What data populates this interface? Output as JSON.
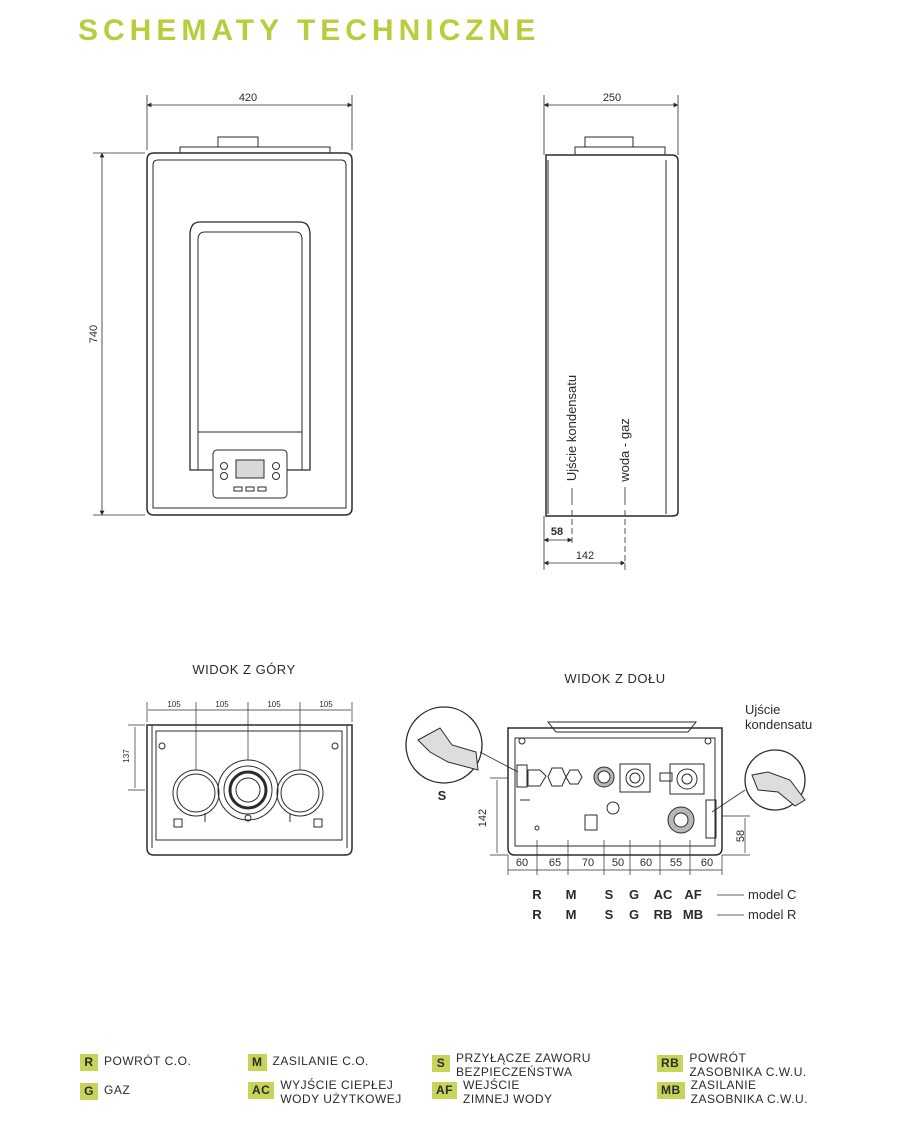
{
  "title": "SCHEMATY TECHNICZNE",
  "front_view": {
    "width": "420",
    "height": "740"
  },
  "side_view": {
    "depth": "250",
    "offset_58": "58",
    "offset_142": "142",
    "label_condensate": "Ujście kondensatu",
    "label_water_gas": "woda - gaz"
  },
  "top_view": {
    "title": "WIDOK Z GÓRY",
    "spacings": [
      "105",
      "105",
      "105",
      "105"
    ],
    "depth": "137"
  },
  "bottom_view": {
    "title": "WIDOK Z DOŁU",
    "spacings": [
      "60",
      "65",
      "70",
      "50",
      "60",
      "55",
      "60"
    ],
    "height": "142",
    "right_offset": "58",
    "detail_s": "S",
    "condensate_label_1": "Ujście",
    "condensate_label_2": "kondensatu",
    "row_c": {
      "codes": [
        "R",
        "M",
        "S",
        "G",
        "AC",
        "AF"
      ],
      "model": "model C"
    },
    "row_r": {
      "codes": [
        "R",
        "M",
        "S",
        "G",
        "RB",
        "MB"
      ],
      "model": "model R"
    }
  },
  "legend": [
    {
      "code": "R",
      "text": [
        "POWRÓT C.O."
      ]
    },
    {
      "code": "M",
      "text": [
        "ZASILANIE C.O."
      ]
    },
    {
      "code": "S",
      "text": [
        "PRZYŁĄCZE ZAWORU",
        "BEZPIECZEŃSTWA"
      ]
    },
    {
      "code": "RB",
      "text": [
        "POWRÓT",
        "ZASOBNIKA C.W.U."
      ]
    },
    {
      "code": "G",
      "text": [
        "GAZ"
      ]
    },
    {
      "code": "AC",
      "text": [
        "WYJŚCIE CIEPŁEJ",
        "WODY UŻYTKOWEJ"
      ]
    },
    {
      "code": "AF",
      "text": [
        "WEJŚCIE",
        "ZIMNEJ WODY"
      ]
    },
    {
      "code": "MB",
      "text": [
        "ZASILANIE",
        "ZASOBNIKA C.W.U."
      ]
    }
  ],
  "colors": {
    "accent": "#b8cc3c",
    "badge": "#c8d35a",
    "line": "#2b2b2b"
  }
}
